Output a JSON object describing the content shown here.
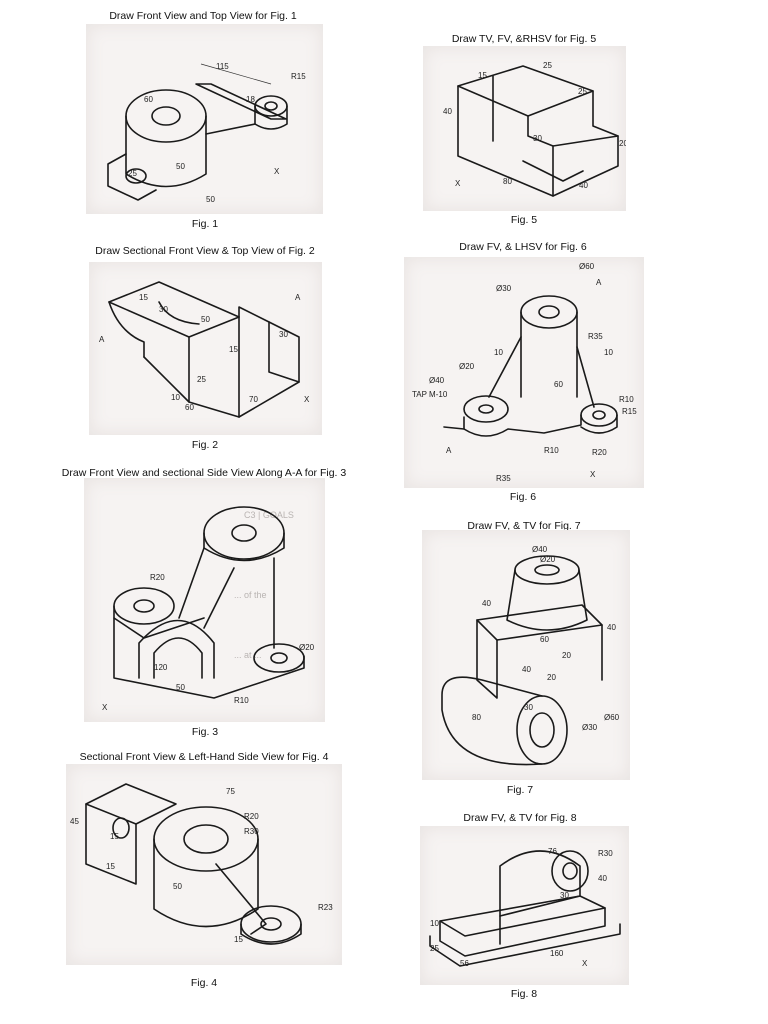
{
  "left": {
    "fig1": {
      "title": "Draw Front View and Top View for Fig. 1",
      "caption": "Fig. 1",
      "dims": [
        "115",
        "R15",
        "60",
        "18",
        "50",
        "25",
        "50",
        "X"
      ]
    },
    "fig2": {
      "title": "Draw Sectional Front View & Top View of Fig. 2",
      "caption": "Fig. 2",
      "dims": [
        "A",
        "15",
        "30",
        "50",
        "A",
        "30",
        "15",
        "25",
        "10",
        "60",
        "70",
        "X"
      ]
    },
    "fig3": {
      "title": "Draw Front View and sectional Side View Along A-A for Fig. 3",
      "caption": "Fig. 3",
      "dims": [
        "R20",
        "120",
        "50",
        "R10",
        "X",
        "Ø20"
      ]
    },
    "fig4": {
      "title": "Sectional Front View & Left-Hand Side View for Fig. 4",
      "caption": "Fig. 4",
      "dims": [
        "45",
        "15",
        "75",
        "R20",
        "R30",
        "15",
        "50",
        "R23",
        "15"
      ]
    }
  },
  "right": {
    "fig5": {
      "title": "Draw TV, FV, &RHSV for Fig. 5",
      "caption": "Fig. 5",
      "dims": [
        "15",
        "25",
        "25",
        "40",
        "30",
        "20",
        "40",
        "80",
        "X"
      ]
    },
    "fig6": {
      "title": "Draw FV, & LHSV for Fig. 6",
      "caption": "Fig. 6",
      "dims": [
        "Ø60",
        "A",
        "Ø30",
        "R35",
        "10",
        "10",
        "Ø20",
        "Ø40",
        "TAP M-10",
        "60",
        "R10",
        "R15",
        "A",
        "R10",
        "R20",
        "R35",
        "X"
      ]
    },
    "fig7": {
      "title": "Draw FV, & TV for Fig. 7",
      "caption": "Fig. 7",
      "dims": [
        "Ø40",
        "Ø20",
        "40",
        "60",
        "40",
        "20",
        "40",
        "20",
        "30",
        "Ø30",
        "Ø60",
        "80"
      ]
    },
    "fig8": {
      "title": "Draw FV, & TV for Fig. 8",
      "caption": "Fig. 8",
      "dims": [
        "R30",
        "76",
        "40",
        "30",
        "10",
        "25",
        "56",
        "160",
        "X"
      ]
    }
  }
}
